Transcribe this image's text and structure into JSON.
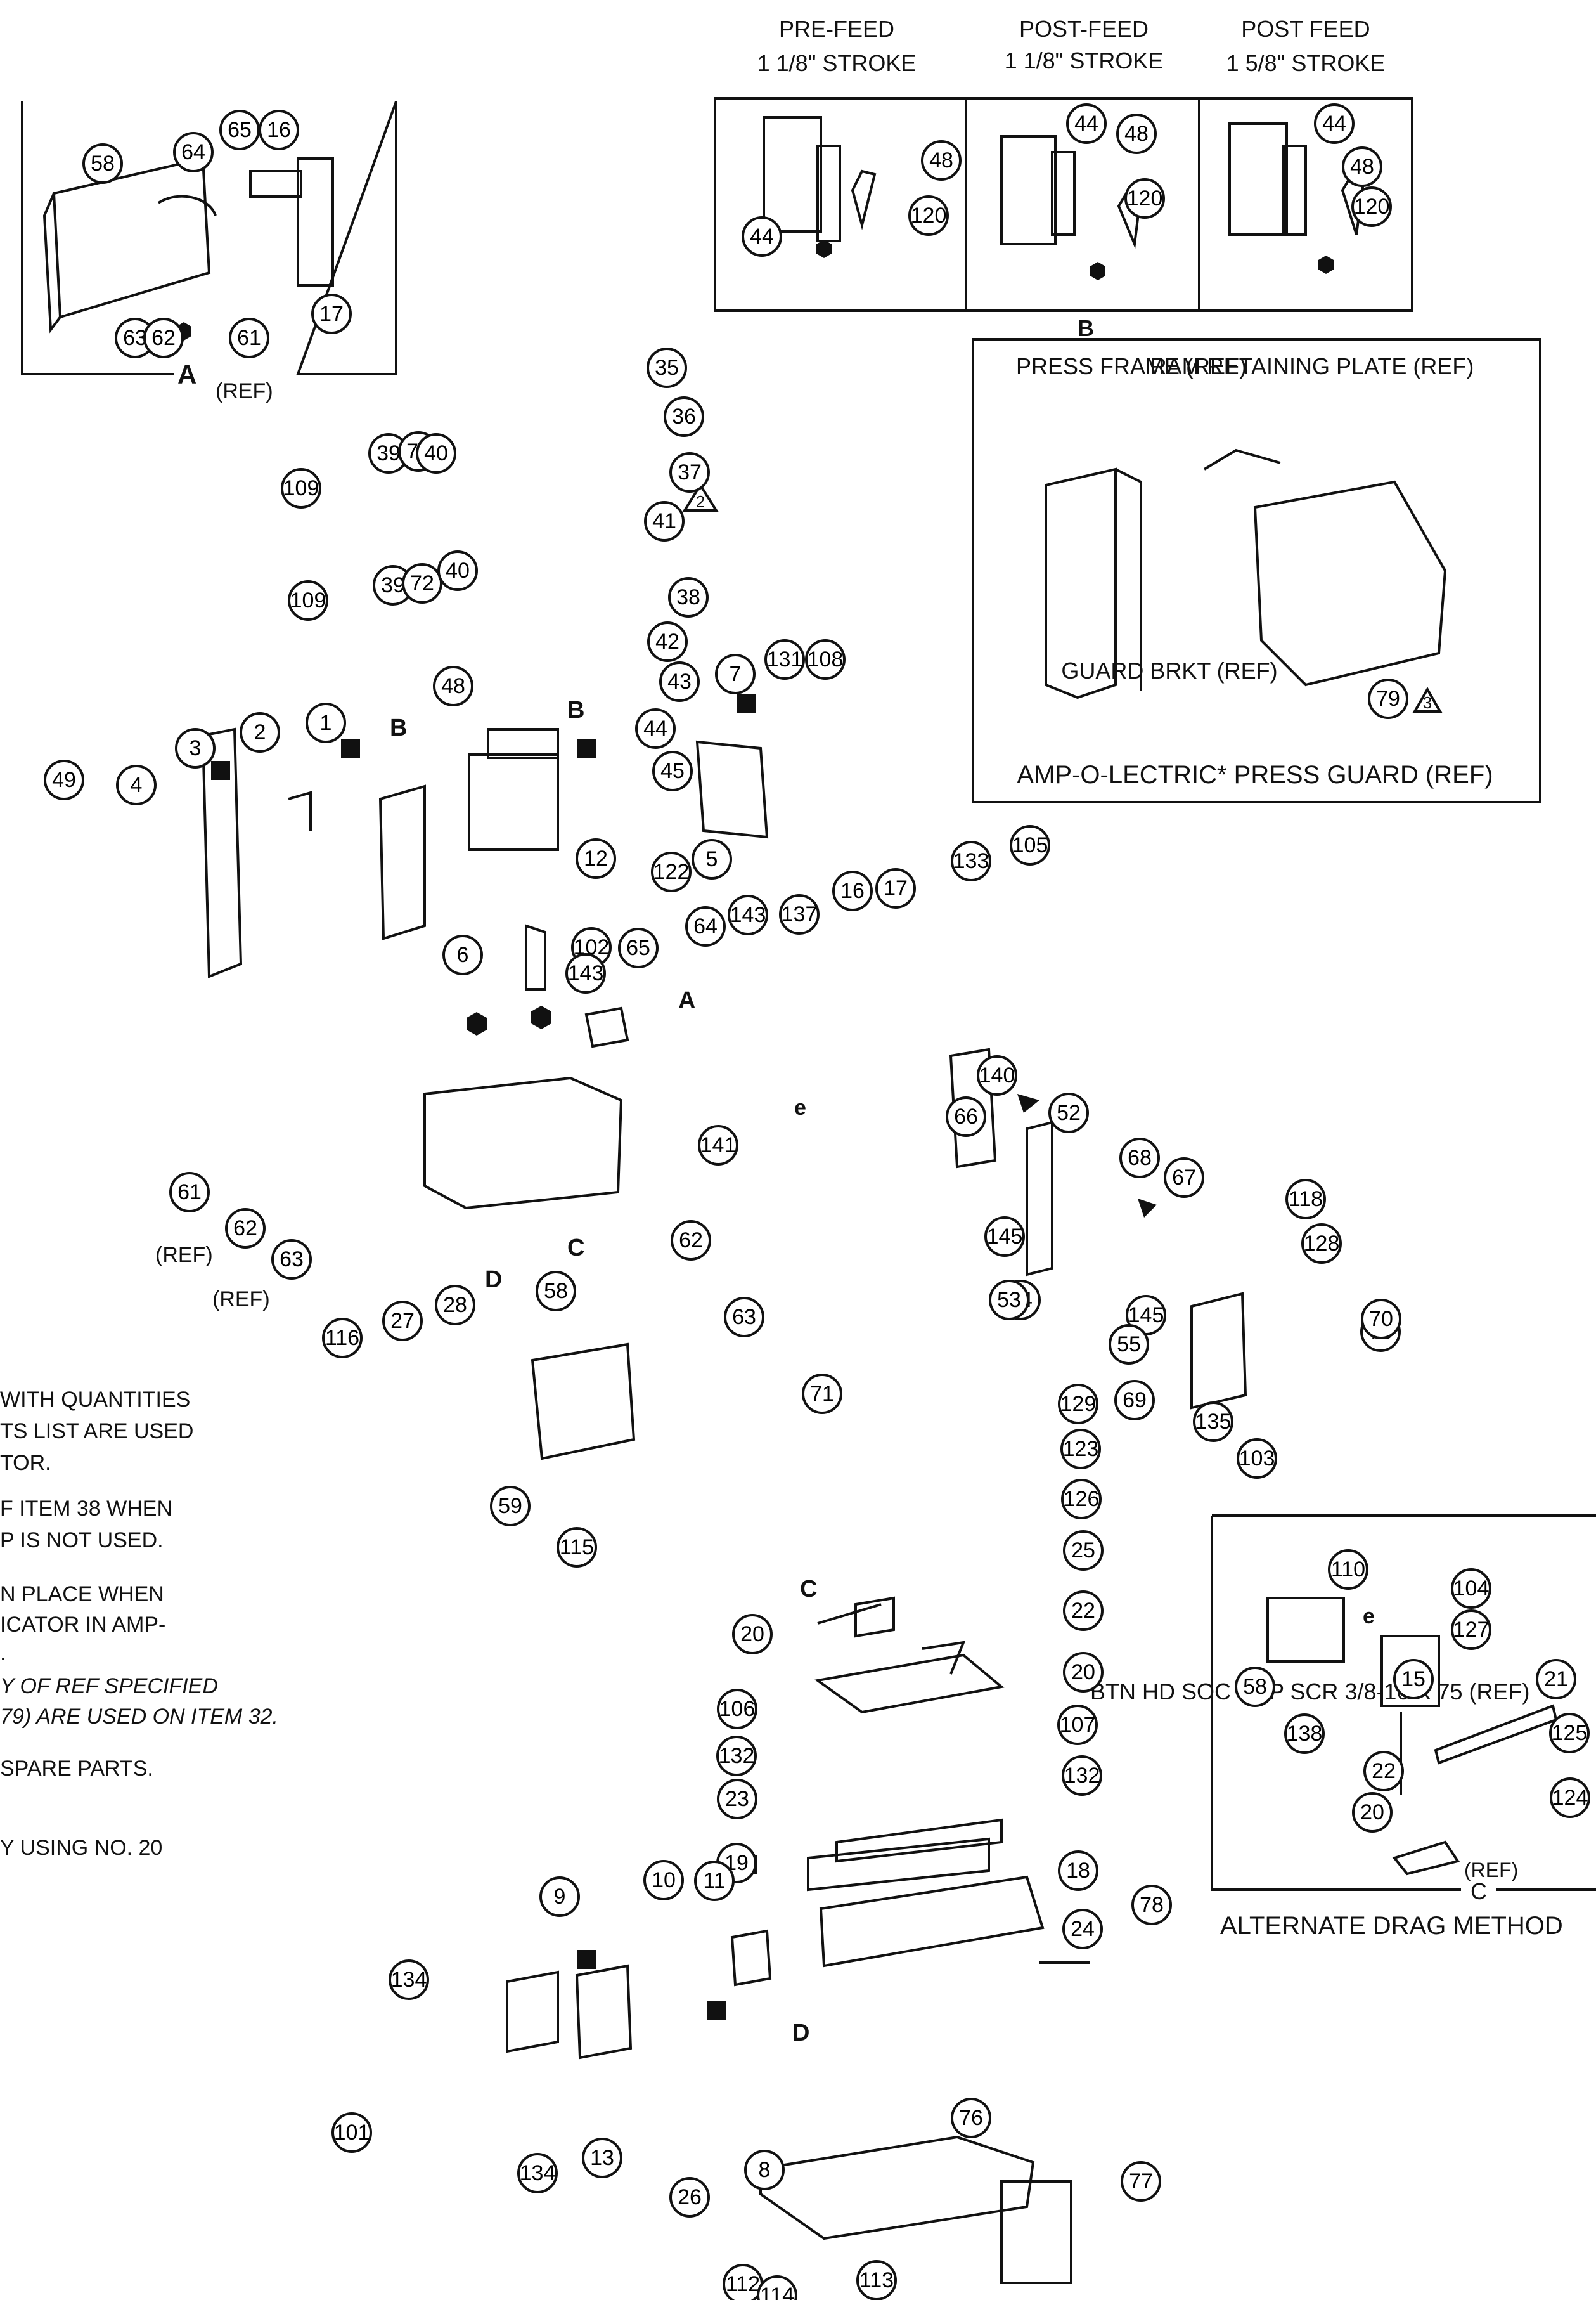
{
  "stroke_options": {
    "pre_feed": {
      "title": "PRE-FEED",
      "stroke": "1 1/8\" STROKE"
    },
    "post_feed_short": {
      "title": "POST-FEED",
      "stroke": "1 1/8\" STROKE"
    },
    "post_feed_long": {
      "title": "POST FEED",
      "stroke": "1 5/8\" STROKE"
    },
    "view_letter": "B"
  },
  "detail_a": {
    "letter": "A",
    "ref": "(REF)"
  },
  "press_guard": {
    "press_frame": "PRESS FRAME (REF)",
    "ram_plate": "RAM RETAINING PLATE (REF)",
    "guard_brkt": "GUARD BRKT (REF)",
    "caption": "AMP-O-LECTRIC* PRESS GUARD (REF)",
    "item": "79",
    "note_ref": "3"
  },
  "alternate_drag": {
    "caption": "ALTERNATE DRAG METHOD",
    "letter": "C",
    "ref": "(REF)"
  },
  "screw_label": "BTN HD SOC CAP SCR 3/8-16 X 75 (REF)",
  "section_labels": {
    "a": "A",
    "b1": "B",
    "b2": "B",
    "c1": "C",
    "c2": "C",
    "d1": "D",
    "d2": "D",
    "e1": "e",
    "e2": "e",
    "ref1": "(REF)",
    "ref2": "(REF)"
  },
  "note_refs": {
    "item37": "2"
  },
  "notes": [
    "WITH QUANTITIES",
    "TS LIST ARE USED",
    "TOR.",
    "F ITEM 38 WHEN",
    "P IS NOT USED.",
    "N PLACE WHEN",
    "ICATOR IN AMP-",
    ".",
    "Y OF REF SPECIFIED",
    "79) ARE USED ON ITEM 32.",
    "SPARE PARTS.",
    "Y USING NO. 20"
  ],
  "callouts": [
    "58",
    "64",
    "65",
    "16",
    "17",
    "63",
    "62",
    "61",
    "44",
    "48",
    "120",
    "44",
    "48",
    "120",
    "44",
    "48",
    "120",
    "35",
    "36",
    "109",
    "39",
    "72",
    "40",
    "37",
    "41",
    "109",
    "39",
    "72",
    "40",
    "38",
    "42",
    "43",
    "131",
    "108",
    "7",
    "48",
    "44",
    "45",
    "5",
    "122",
    "49",
    "4",
    "3",
    "2",
    "1",
    "12",
    "6",
    "64",
    "143",
    "137",
    "16",
    "17",
    "133",
    "105",
    "102",
    "65",
    "143",
    "141",
    "66",
    "140",
    "52",
    "61",
    "62",
    "63",
    "28",
    "27",
    "116",
    "58",
    "62",
    "63",
    "68",
    "67",
    "118",
    "128",
    "145",
    "54",
    "145",
    "55",
    "53",
    "73",
    "70",
    "69",
    "135",
    "103",
    "71",
    "59",
    "115",
    "129",
    "123",
    "126",
    "25",
    "22",
    "20",
    "20",
    "106",
    "132",
    "107",
    "132",
    "23",
    "19",
    "18",
    "24",
    "110",
    "104",
    "127",
    "58",
    "15",
    "21",
    "138",
    "125",
    "22",
    "124",
    "20",
    "9",
    "10",
    "11",
    "134",
    "101",
    "134",
    "13",
    "8",
    "76",
    "78",
    "77",
    "26",
    "112",
    "114",
    "113",
    "79"
  ]
}
